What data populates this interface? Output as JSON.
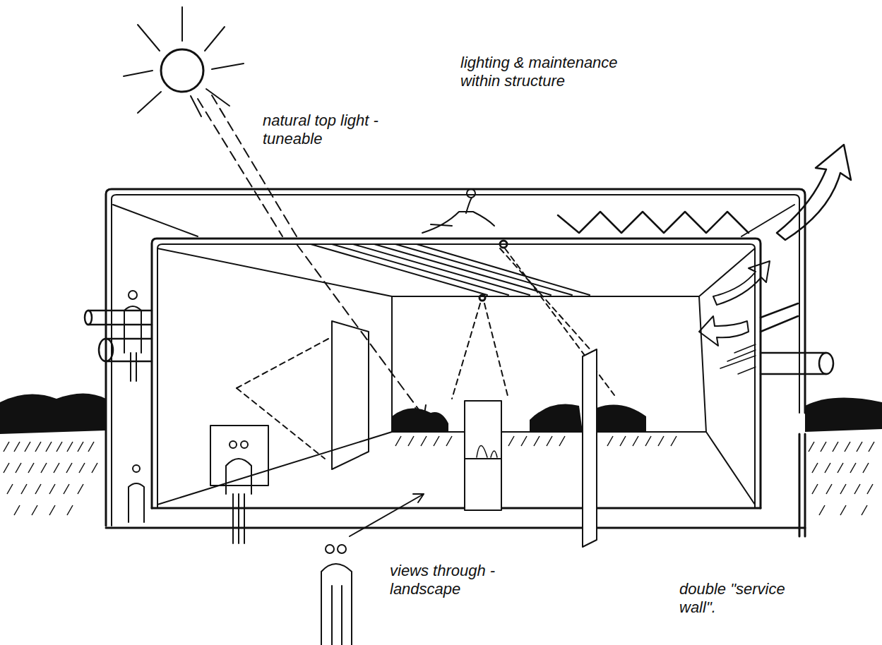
{
  "diagram": {
    "labels": [
      "natural top light -tuneable",
      "lighting & maintenance within structure",
      "views through -landscape",
      "double \"service wall\"."
    ]
  }
}
